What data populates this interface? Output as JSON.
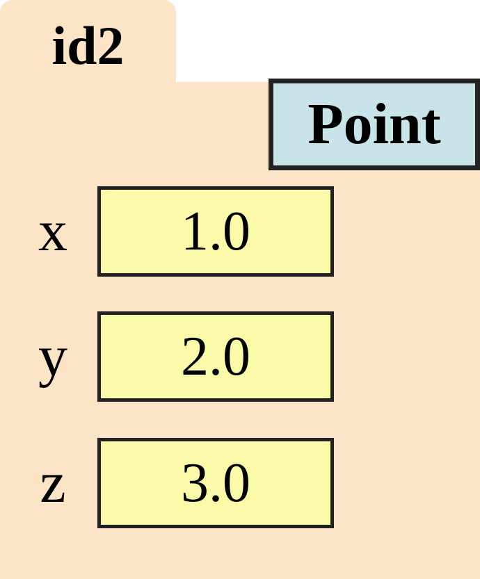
{
  "diagram": {
    "type": "object-state-diagram",
    "frame_label": "id2",
    "class_box": {
      "label": "Point"
    },
    "attributes": [
      {
        "name": "x",
        "value": "1.0"
      },
      {
        "name": "y",
        "value": "2.0"
      },
      {
        "name": "z",
        "value": "3.0"
      }
    ],
    "colors": {
      "frame_fill": "#FBE5C6",
      "class_box_fill": "#C8E4E8",
      "value_box_fill": "#FAFAA8",
      "border": "#222222",
      "text": "#000000",
      "background": "#FFFFFF"
    }
  }
}
